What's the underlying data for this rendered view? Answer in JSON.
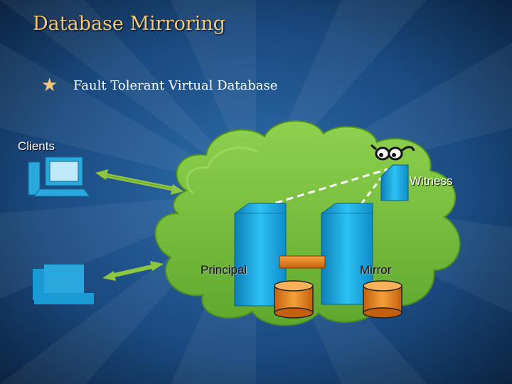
{
  "slide": {
    "title": "Database Mirroring",
    "bullet": "Fault Tolerant Virtual Database"
  },
  "labels": {
    "clients": "Clients",
    "witness": "Witness",
    "principal": "Principal",
    "mirror": "Mirror"
  },
  "icons": {
    "bullet": "star-icon",
    "client_top": "desktop-computer-icon",
    "client_bottom": "multiple-computers-icon",
    "witness_accessory": "glasses-icon"
  },
  "colors": {
    "background": "#143a66",
    "title": "#f3c77a",
    "cloud": "#7bc043",
    "server": "#1aa9e0",
    "database": "#f08a1c",
    "arrow": "#8dc63f",
    "dashed_link": "#ffffff"
  }
}
